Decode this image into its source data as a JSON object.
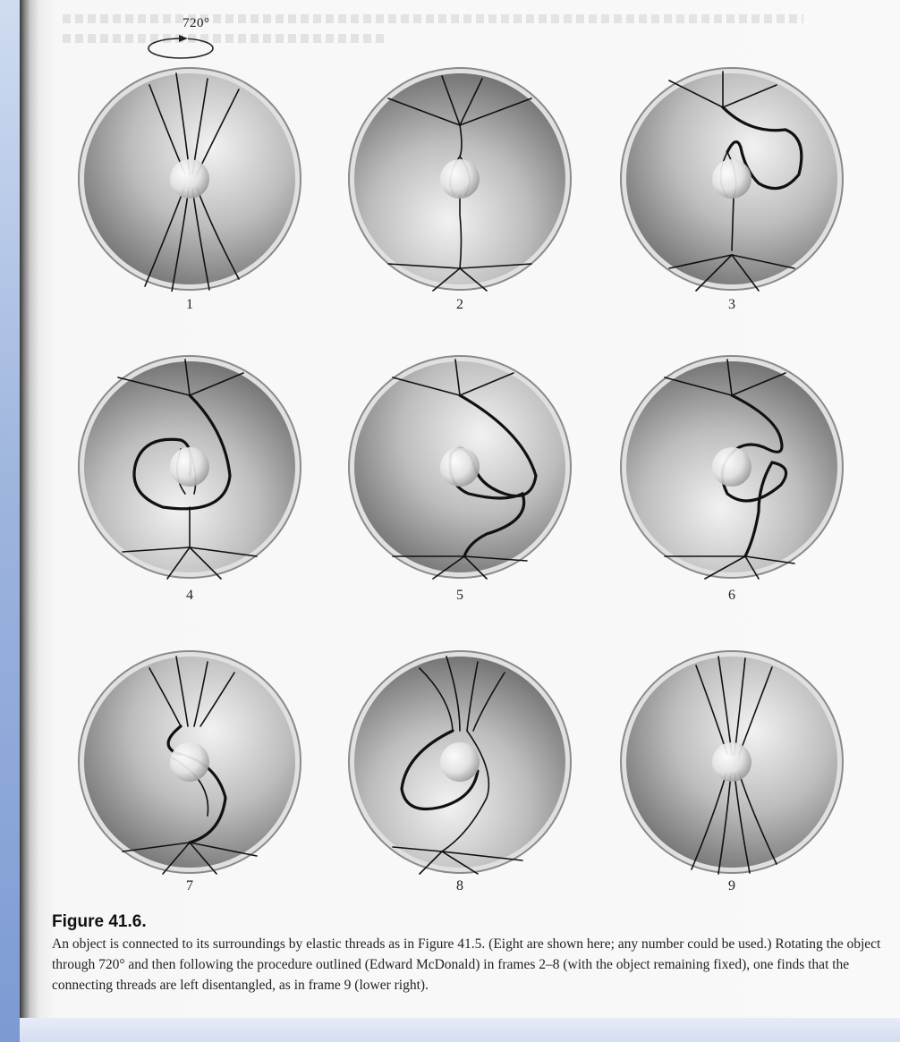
{
  "rotation_label": "720°",
  "frames": [
    {
      "number": "1"
    },
    {
      "number": "2"
    },
    {
      "number": "3"
    },
    {
      "number": "4"
    },
    {
      "number": "5"
    },
    {
      "number": "6"
    },
    {
      "number": "7"
    },
    {
      "number": "8"
    },
    {
      "number": "9"
    }
  ],
  "caption": {
    "title": "Figure 41.6.",
    "text": "An object is connected to its surroundings by elastic threads as in Figure 41.5. (Eight are shown here; any number could be used.) Rotating the object through 720° and then following the procedure outlined (Edward McDonald) in frames 2–8 (with the object remaining fixed), one finds that the connecting threads are left disentangled, as in frame 9 (lower right)."
  }
}
